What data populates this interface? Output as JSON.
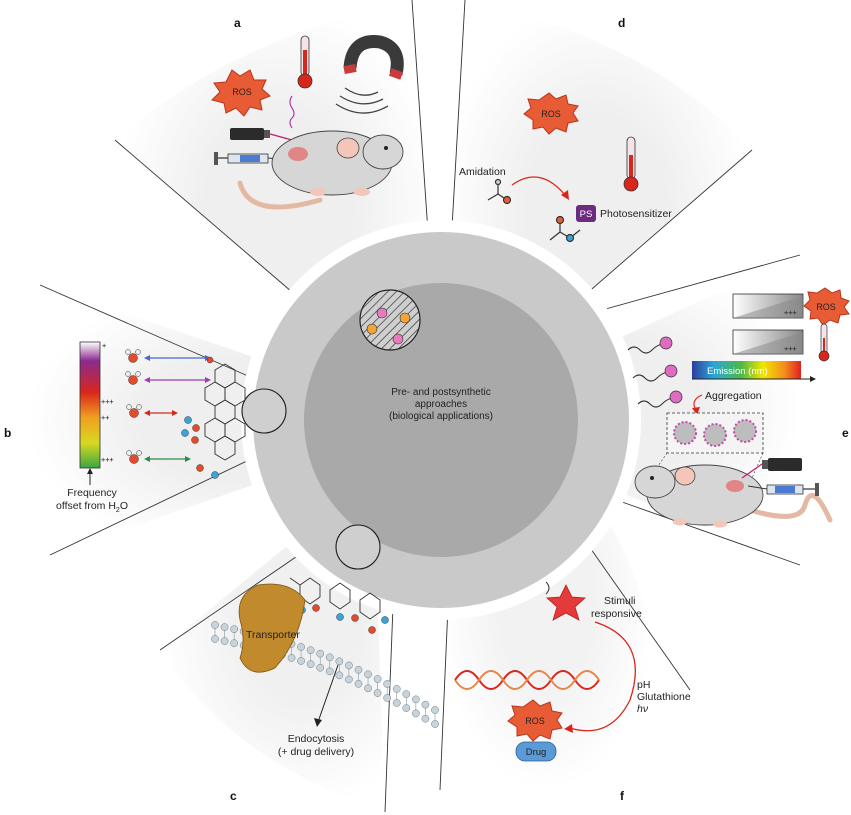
{
  "panels": {
    "a": "a",
    "b": "b",
    "c": "c",
    "d": "d",
    "e": "e",
    "f": "f"
  },
  "center": {
    "line1": "Pre- and postsynthetic",
    "line2": "approaches",
    "line3": "(biological applications)"
  },
  "panel_a": {
    "ros": "ROS"
  },
  "panel_b": {
    "scale_top": "+",
    "scale_mid": "+++",
    "scale_low": "++",
    "scale_bottom": "+++",
    "caption_line1": "Frequency",
    "caption_line2": "offset from H",
    "caption_sub": "2",
    "caption_end": "O"
  },
  "panel_c": {
    "transporter": "Transporter",
    "endocytosis_line1": "Endocytosis",
    "endocytosis_line2": "(+ drug delivery)"
  },
  "panel_d": {
    "ros": "ROS",
    "amidation": "Amidation",
    "ps": "PS",
    "photosensitizer": "Photosensitizer"
  },
  "panel_e": {
    "ros": "ROS",
    "plus_top": "+++",
    "plus_mid": "+++",
    "emission": "Emission (nm)",
    "aggregation": "Aggregation"
  },
  "panel_f": {
    "stimuli_line1": "Stimuli",
    "stimuli_line2": "responsive",
    "ph": "pH",
    "glutathione": "Glutathione",
    "hv": "hν",
    "ros": "ROS",
    "drug": "Drug"
  }
}
